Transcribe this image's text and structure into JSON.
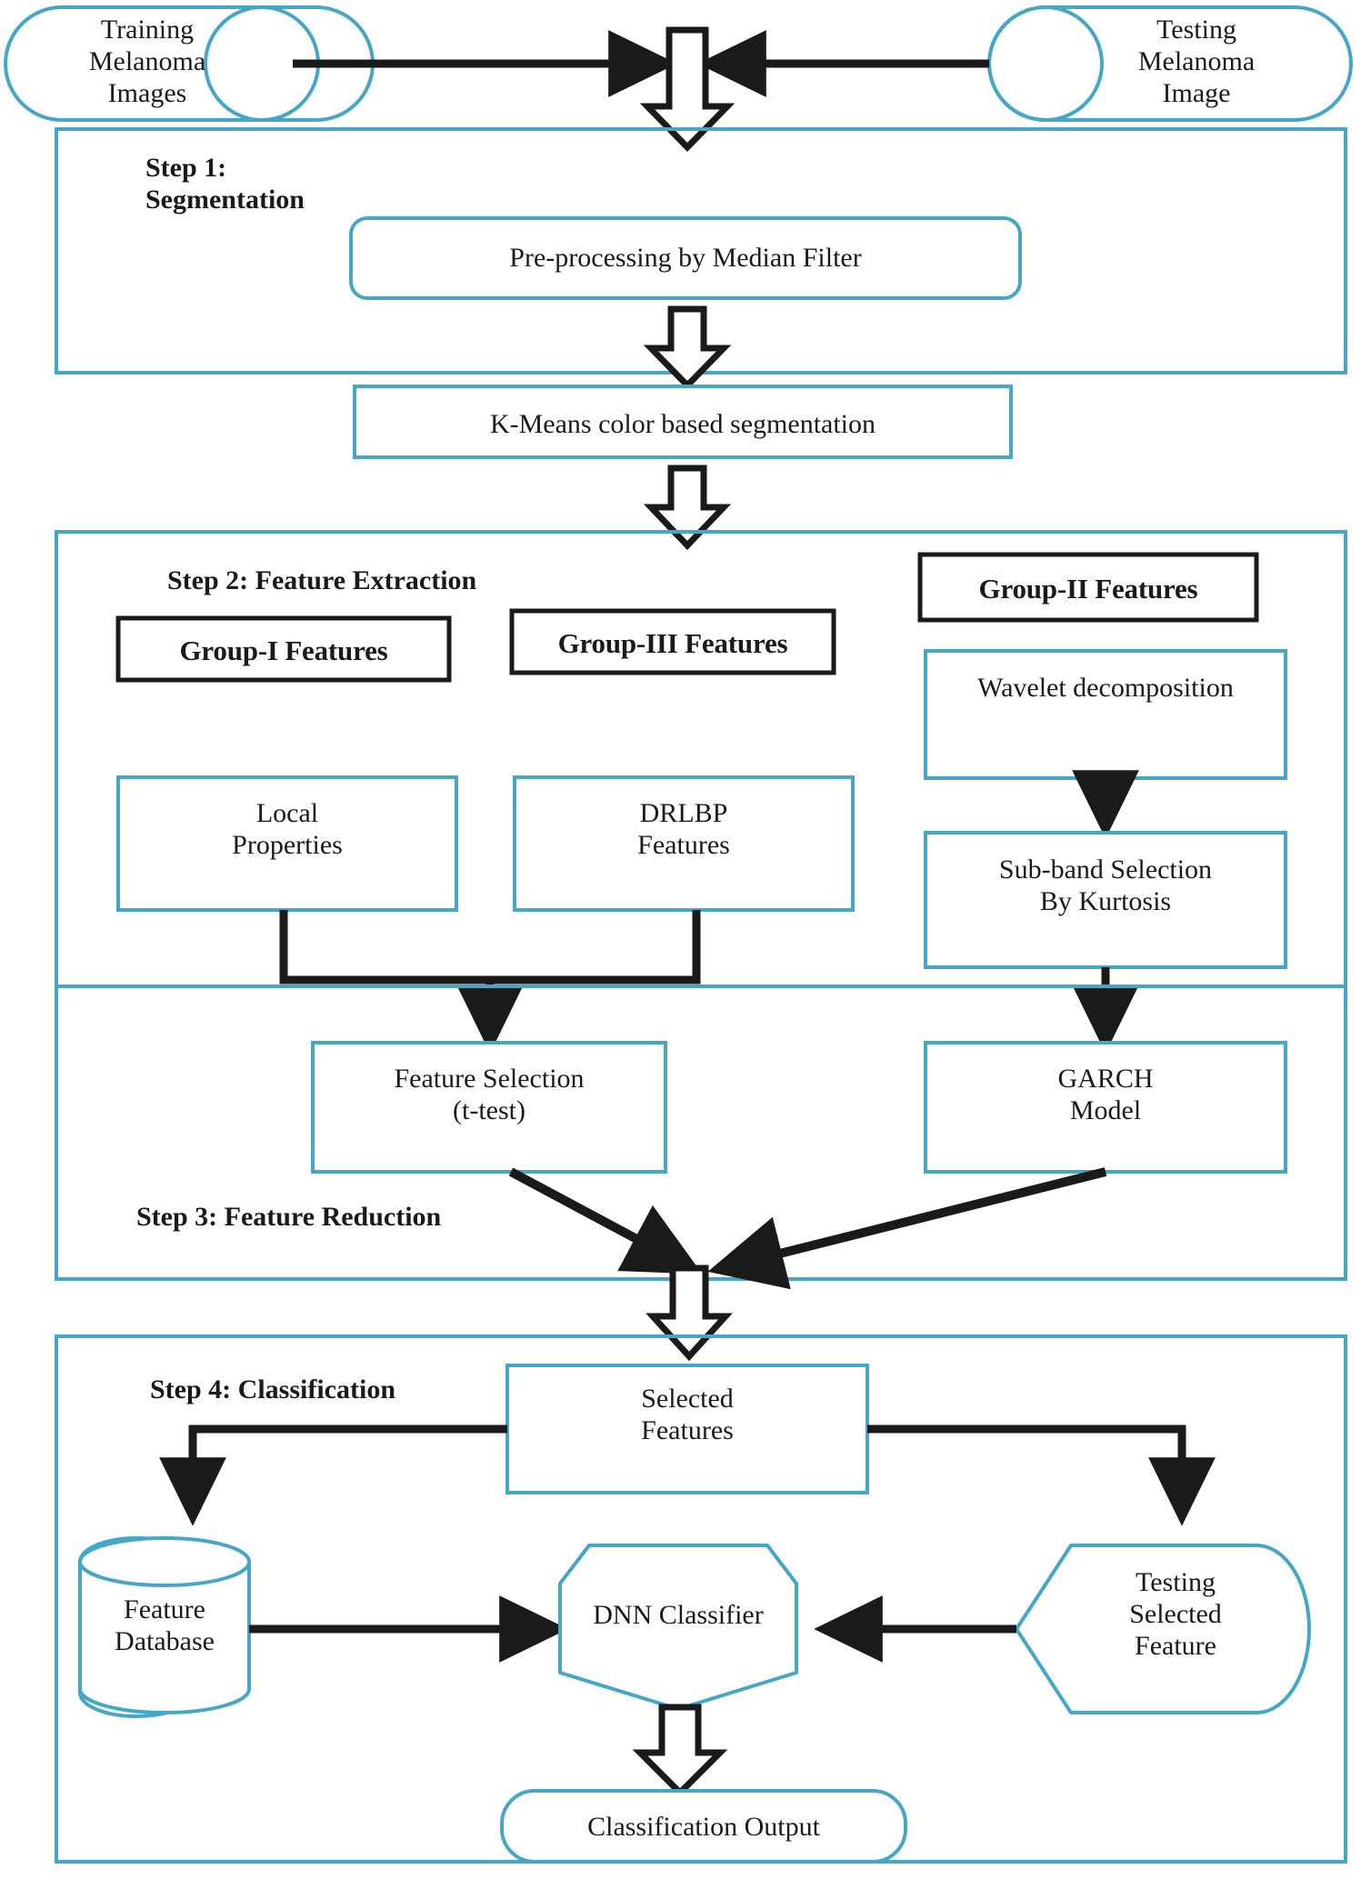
{
  "diagram": {
    "title": "Melanoma classification pipeline flowchart",
    "colors": {
      "shape_stroke": "#45A7C8",
      "panel_stroke": "#45A7C8",
      "group_box_stroke": "#1a1a1a",
      "arrow_fill": "#1a1a1a",
      "hollow_arrow_stroke": "#1a1a1a",
      "hollow_arrow_fill": "#ffffff",
      "text": "#1a1a1a",
      "background": "#ffffff"
    }
  },
  "sources": {
    "training": "Training\nMelanoma\nImages",
    "testing": "Testing\nMelanoma\nImage"
  },
  "step1": {
    "title": "Step 1:\nSegmentation",
    "nodes": {
      "preprocessing": "Pre-processing by Median Filter",
      "kmeans": "K-Means color based segmentation"
    }
  },
  "step2": {
    "title": "Step 2: Feature Extraction",
    "groups": {
      "group1": "Group-I Features",
      "group2": "Group-II Features",
      "group3": "Group-III Features"
    },
    "nodes": {
      "local_properties": "Local\nProperties",
      "drlbp": "DRLBP\nFeatures",
      "wavelet": "Wavelet decomposition",
      "subband": "Sub-band Selection\nBy Kurtosis"
    }
  },
  "step3": {
    "title": "Step 3: Feature Reduction",
    "nodes": {
      "feature_selection": "Feature Selection\n(t-test)",
      "garch": "GARCH\nModel"
    }
  },
  "step4": {
    "title": "Step 4: Classification",
    "nodes": {
      "selected_features": "Selected\nFeatures",
      "feature_database": "Feature\nDatabase",
      "dnn_classifier": "DNN Classifier",
      "testing_selected_feature": "Testing\nSelected\nFeature",
      "classification_output": "Classification Output"
    }
  }
}
